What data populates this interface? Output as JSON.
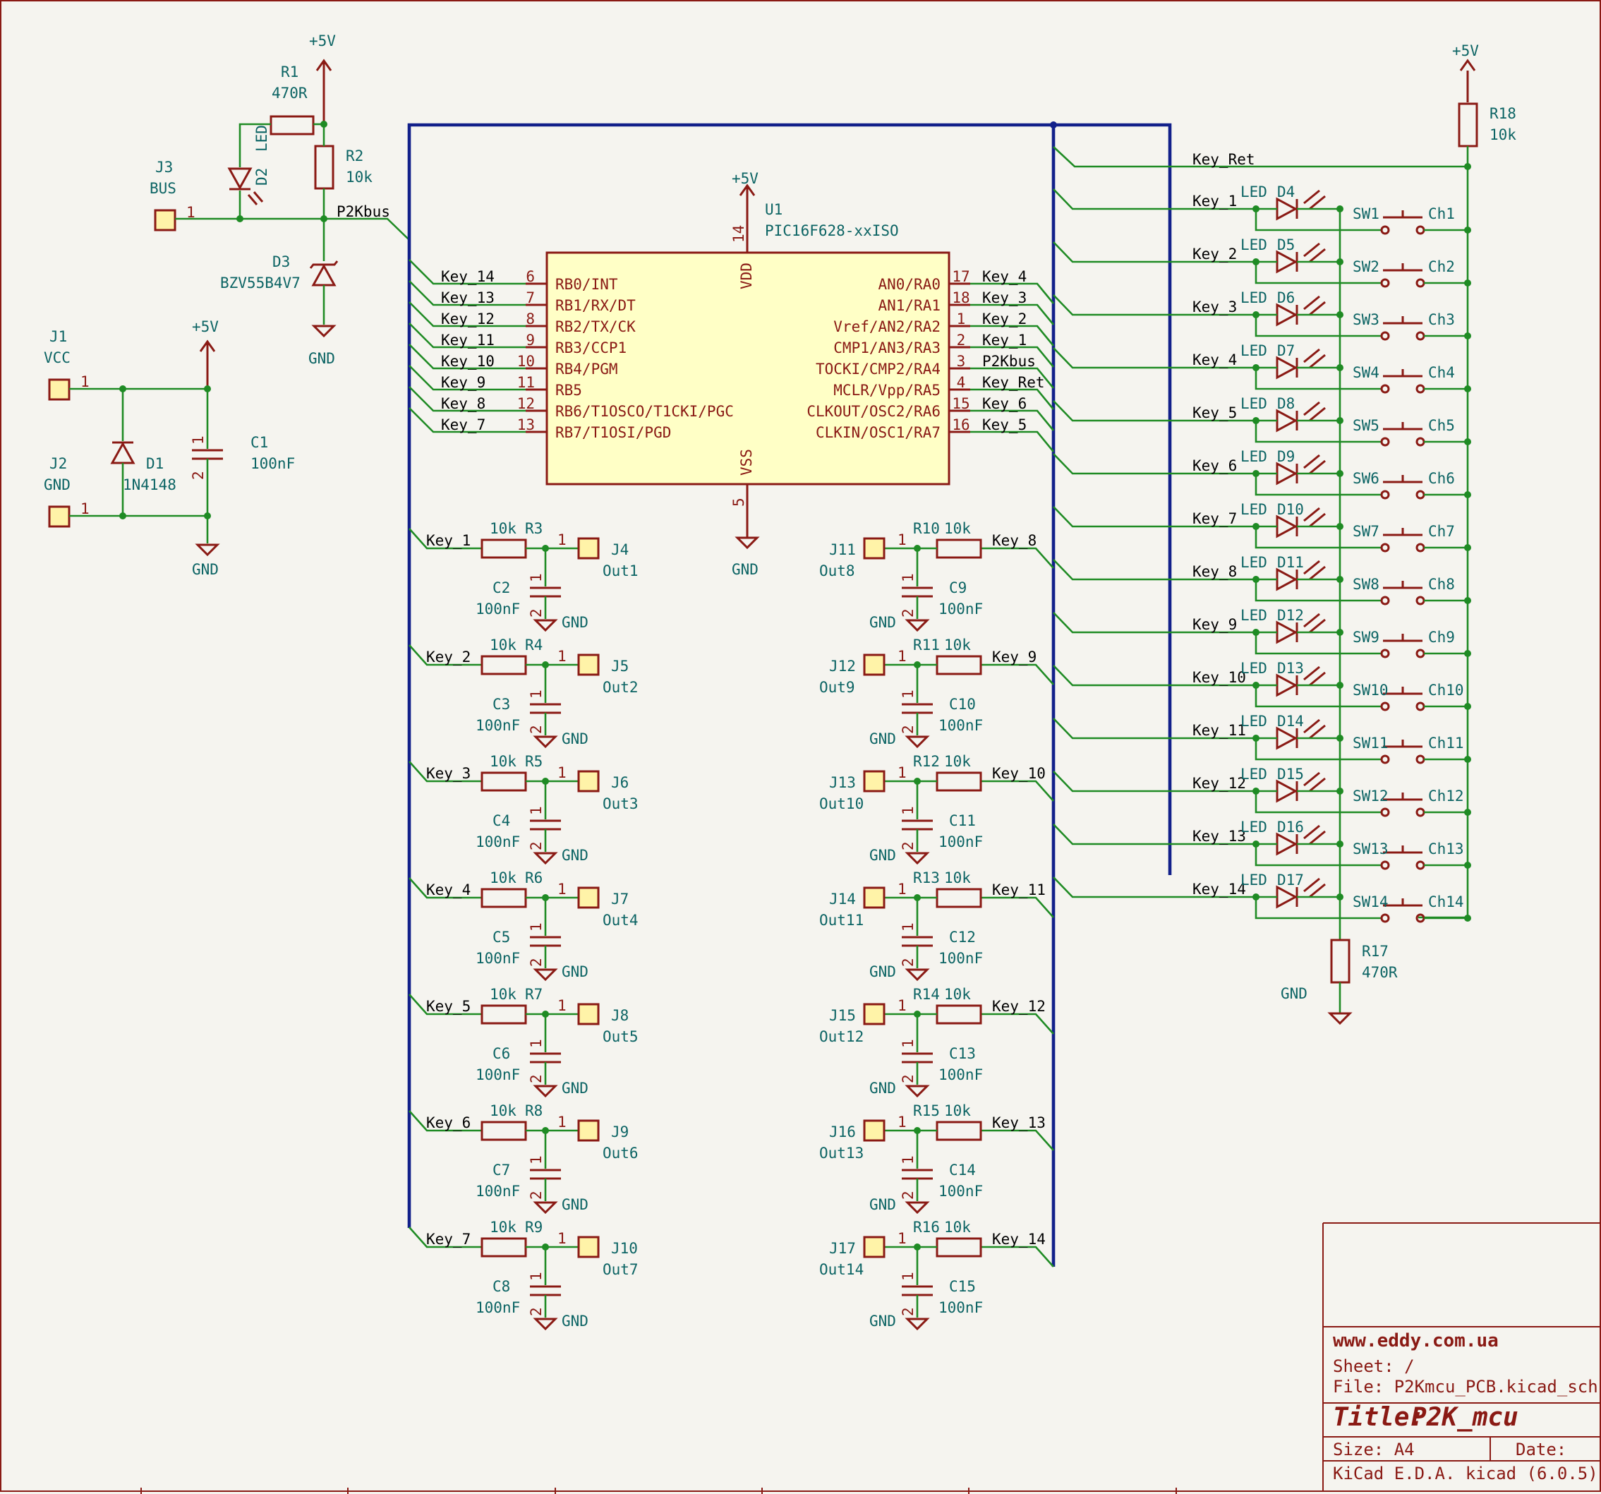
{
  "power": {
    "vcc": "+5V",
    "gnd": "GND"
  },
  "bus_net": "P2Kbus",
  "key_ret": "Key_Ret",
  "top_left": {
    "r1": {
      "ref": "R1",
      "value": "470R"
    },
    "r2": {
      "ref": "R2",
      "value": "10k"
    },
    "d2": {
      "ref": "D2",
      "value": "LED"
    },
    "d3": {
      "ref": "D3",
      "value": "BZV55B4V7"
    },
    "j3": {
      "ref": "J3",
      "value": "BUS"
    },
    "j1": {
      "ref": "J1",
      "value": "VCC"
    },
    "j2": {
      "ref": "J2",
      "value": "GND"
    },
    "d1": {
      "ref": "D1",
      "value": "1N4148"
    },
    "c1": {
      "ref": "C1",
      "value": "100nF"
    },
    "pin1": "1",
    "pin2": "2"
  },
  "mcu": {
    "ref": "U1",
    "value": "PIC16F628-xxISO",
    "vdd": "VDD",
    "vss": "VSS",
    "vdd_pin": "14",
    "vss_pin": "5",
    "left_pins": [
      {
        "net": "Key_14",
        "num": "6",
        "name": "RB0/INT"
      },
      {
        "net": "Key_13",
        "num": "7",
        "name": "RB1/RX/DT"
      },
      {
        "net": "Key_12",
        "num": "8",
        "name": "RB2/TX/CK"
      },
      {
        "net": "Key_11",
        "num": "9",
        "name": "RB3/CCP1"
      },
      {
        "net": "Key_10",
        "num": "10",
        "name": "RB4/PGM"
      },
      {
        "net": "Key_9",
        "num": "11",
        "name": "RB5"
      },
      {
        "net": "Key_8",
        "num": "12",
        "name": "RB6/T1OSCO/T1CKI/PGC"
      },
      {
        "net": "Key_7",
        "num": "13",
        "name": "RB7/T1OSI/PGD"
      }
    ],
    "right_pins": [
      {
        "net": "Key_4",
        "num": "17",
        "name": "AN0/RA0"
      },
      {
        "net": "Key_3",
        "num": "18",
        "name": "AN1/RA1"
      },
      {
        "net": "Key_2",
        "num": "1",
        "name": "Vref/AN2/RA2"
      },
      {
        "net": "Key_1",
        "num": "2",
        "name": "CMP1/AN3/RA3"
      },
      {
        "net": "P2Kbus",
        "num": "3",
        "name": "TOCKI/CMP2/RA4"
      },
      {
        "net": "Key_Ret",
        "num": "4",
        "name": "MCLR/Vpp/RA5"
      },
      {
        "net": "Key_6",
        "num": "15",
        "name": "CLKOUT/OSC2/RA6"
      },
      {
        "net": "Key_5",
        "num": "16",
        "name": "CLKIN/OSC1/RA7"
      }
    ]
  },
  "outputs_left": [
    {
      "net": "Key_1",
      "r": "R3",
      "rv": "10k",
      "c": "C2",
      "cv": "100nF",
      "j": "J4",
      "out": "Out1"
    },
    {
      "net": "Key_2",
      "r": "R4",
      "rv": "10k",
      "c": "C3",
      "cv": "100nF",
      "j": "J5",
      "out": "Out2"
    },
    {
      "net": "Key_3",
      "r": "R5",
      "rv": "10k",
      "c": "C4",
      "cv": "100nF",
      "j": "J6",
      "out": "Out3"
    },
    {
      "net": "Key_4",
      "r": "R6",
      "rv": "10k",
      "c": "C5",
      "cv": "100nF",
      "j": "J7",
      "out": "Out4"
    },
    {
      "net": "Key_5",
      "r": "R7",
      "rv": "10k",
      "c": "C6",
      "cv": "100nF",
      "j": "J8",
      "out": "Out5"
    },
    {
      "net": "Key_6",
      "r": "R8",
      "rv": "10k",
      "c": "C7",
      "cv": "100nF",
      "j": "J9",
      "out": "Out6"
    },
    {
      "net": "Key_7",
      "r": "R9",
      "rv": "10k",
      "c": "C8",
      "cv": "100nF",
      "j": "J10",
      "out": "Out7"
    }
  ],
  "outputs_right": [
    {
      "net": "Key_8",
      "r": "R10",
      "rv": "10k",
      "c": "C9",
      "cv": "100nF",
      "j": "J11",
      "out": "Out8"
    },
    {
      "net": "Key_9",
      "r": "R11",
      "rv": "10k",
      "c": "C10",
      "cv": "100nF",
      "j": "J12",
      "out": "Out9"
    },
    {
      "net": "Key_10",
      "r": "R12",
      "rv": "10k",
      "c": "C11",
      "cv": "100nF",
      "j": "J13",
      "out": "Out10"
    },
    {
      "net": "Key_11",
      "r": "R13",
      "rv": "10k",
      "c": "C12",
      "cv": "100nF",
      "j": "J14",
      "out": "Out11"
    },
    {
      "net": "Key_12",
      "r": "R14",
      "rv": "10k",
      "c": "C13",
      "cv": "100nF",
      "j": "J15",
      "out": "Out12"
    },
    {
      "net": "Key_13",
      "r": "R15",
      "rv": "10k",
      "c": "C14",
      "cv": "100nF",
      "j": "J16",
      "out": "Out13"
    },
    {
      "net": "Key_14",
      "r": "R16",
      "rv": "10k",
      "c": "C15",
      "cv": "100nF",
      "j": "J17",
      "out": "Out14"
    }
  ],
  "keys": {
    "r18": {
      "ref": "R18",
      "value": "10k"
    },
    "r17": {
      "ref": "R17",
      "value": "470R"
    },
    "led_label": "LED",
    "rows": [
      {
        "net": "Key_1",
        "d": "D4",
        "sw": "SW1",
        "ch": "Ch1"
      },
      {
        "net": "Key_2",
        "d": "D5",
        "sw": "SW2",
        "ch": "Ch2"
      },
      {
        "net": "Key_3",
        "d": "D6",
        "sw": "SW3",
        "ch": "Ch3"
      },
      {
        "net": "Key_4",
        "d": "D7",
        "sw": "SW4",
        "ch": "Ch4"
      },
      {
        "net": "Key_5",
        "d": "D8",
        "sw": "SW5",
        "ch": "Ch5"
      },
      {
        "net": "Key_6",
        "d": "D9",
        "sw": "SW6",
        "ch": "Ch6"
      },
      {
        "net": "Key_7",
        "d": "D10",
        "sw": "SW7",
        "ch": "Ch7"
      },
      {
        "net": "Key_8",
        "d": "D11",
        "sw": "SW8",
        "ch": "Ch8"
      },
      {
        "net": "Key_9",
        "d": "D12",
        "sw": "SW9",
        "ch": "Ch9"
      },
      {
        "net": "Key_10",
        "d": "D13",
        "sw": "SW10",
        "ch": "Ch10"
      },
      {
        "net": "Key_11",
        "d": "D14",
        "sw": "SW11",
        "ch": "Ch11"
      },
      {
        "net": "Key_12",
        "d": "D15",
        "sw": "SW12",
        "ch": "Ch12"
      },
      {
        "net": "Key_13",
        "d": "D16",
        "sw": "SW13",
        "ch": "Ch13"
      },
      {
        "net": "Key_14",
        "d": "D17",
        "sw": "SW14",
        "ch": "Ch14"
      }
    ]
  },
  "title_block": {
    "website": "www.eddy.com.ua",
    "sheet": "Sheet: /",
    "file": "File: P2Kmcu_PCB.kicad_sch",
    "title_label": "Title:",
    "title": "P2K_mcu",
    "size": "Size: A4",
    "date": "Date:",
    "tool": "KiCad E.D.A.  kicad (6.0.5)"
  }
}
